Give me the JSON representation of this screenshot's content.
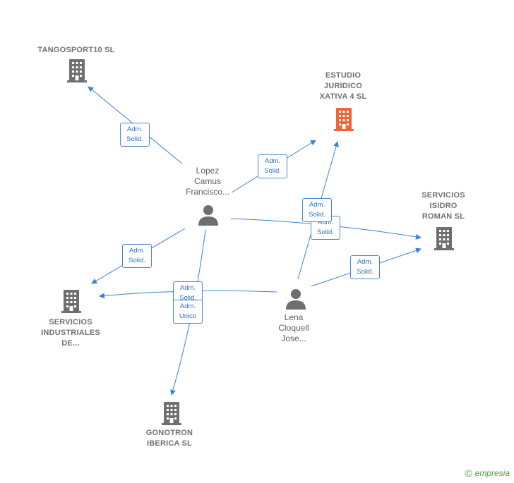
{
  "companies": {
    "tangosport": {
      "label": "TANGOSPORT10 SL"
    },
    "estudio": {
      "label_lines": [
        "ESTUDIO",
        "JURIDICO",
        "XATIVA 4  SL"
      ]
    },
    "isidro": {
      "label_lines": [
        "SERVICIOS",
        "ISIDRO",
        "ROMAN SL"
      ]
    },
    "industriales": {
      "label_lines": [
        "SERVICIOS",
        "INDUSTRIALES",
        "DE..."
      ]
    },
    "gonotron": {
      "label_lines": [
        "GONOTRON",
        "IBERICA  SL"
      ]
    }
  },
  "persons": {
    "lopez": {
      "label_lines": [
        "Lopez",
        "Camus",
        "Francisco..."
      ]
    },
    "lena": {
      "label_lines": [
        "Lena",
        "Cloquell",
        "Jose..."
      ]
    }
  },
  "edge_labels": {
    "e1": [
      "Adm.",
      "Solid."
    ],
    "e2": [
      "Adm.",
      "Solid."
    ],
    "e3": [
      "Adm.",
      "Solid."
    ],
    "e4": [
      "Adm.",
      "Solid."
    ],
    "e5": [
      "Adm.",
      "Solid."
    ],
    "e6": [
      "Adm.",
      "Solid."
    ],
    "e7": [
      "Adm.",
      "Solid."
    ],
    "e8": [
      "Adm.",
      "Unico"
    ]
  },
  "colors": {
    "edge": "#3b82d6",
    "company_icon": "#6f6f6f",
    "main_company_icon": "#f0643a",
    "person_icon": "#6f6f6f"
  },
  "brand": {
    "copyright": "©",
    "name": "empresia"
  }
}
